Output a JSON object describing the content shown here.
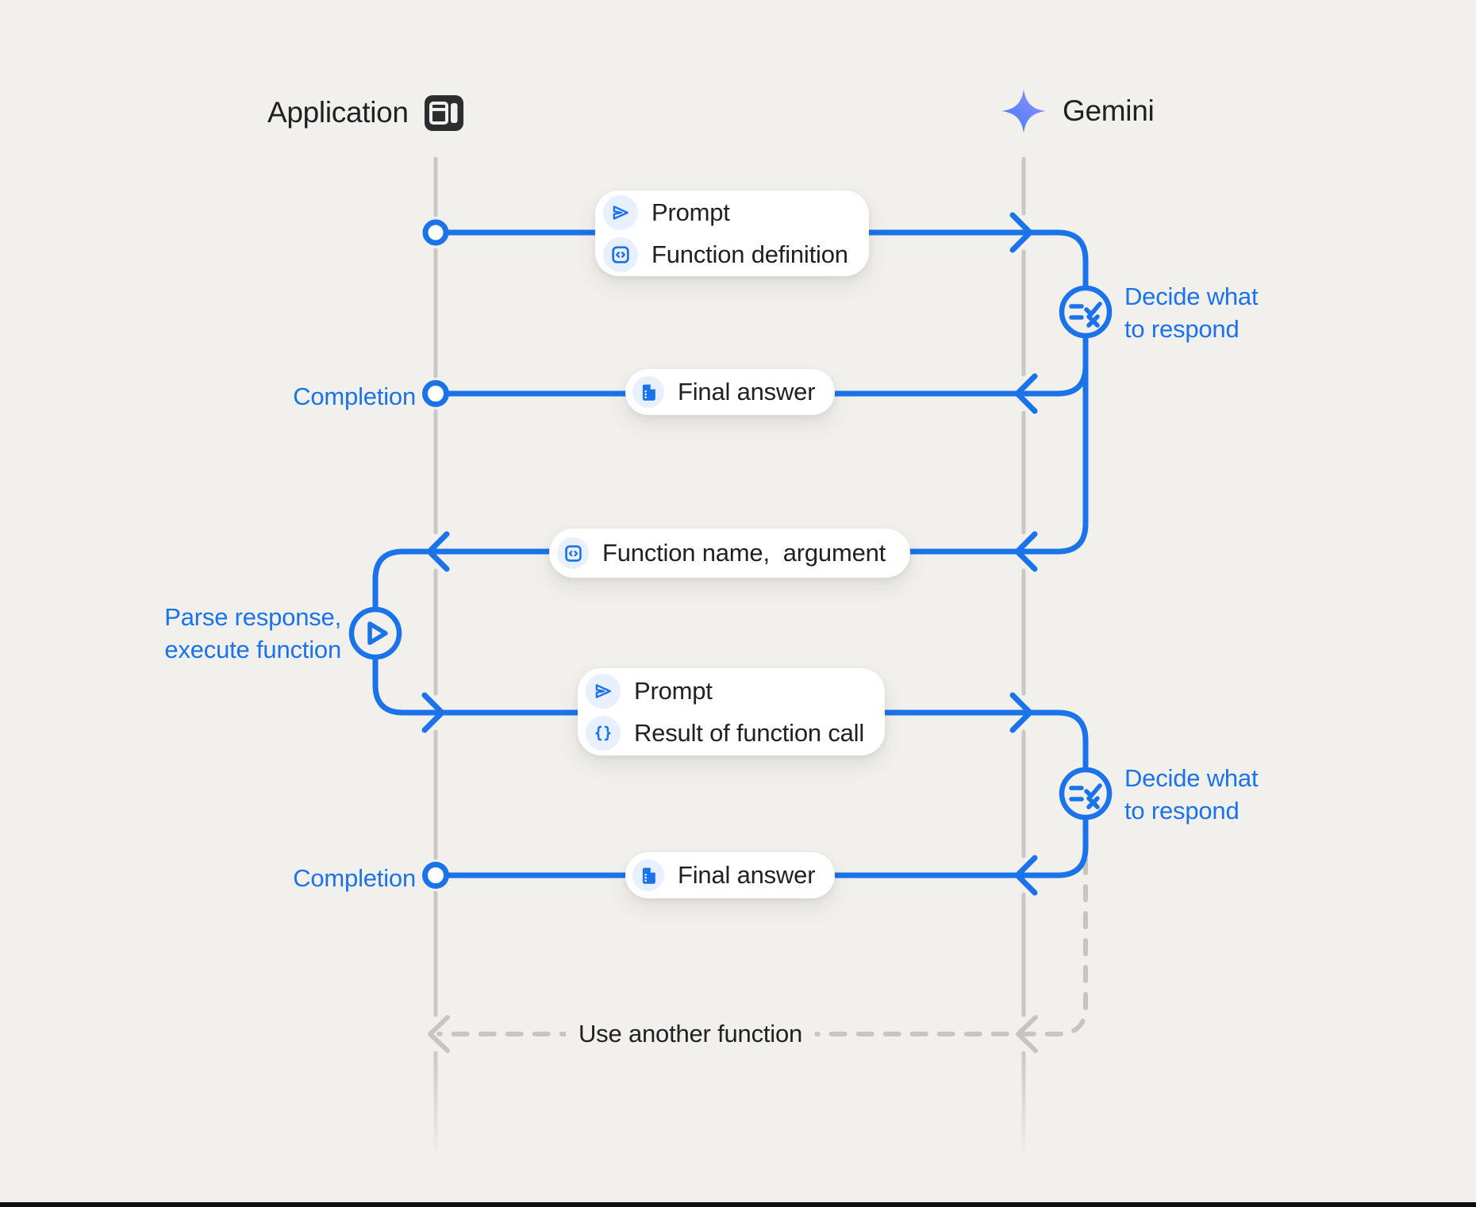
{
  "colors": {
    "background": "#f2f0ec",
    "accent_blue": "#1a73e8",
    "icon_chip_blue": "#e8f0fe",
    "lifeline_gray": "#c9c8c5",
    "dashed_gray": "#c6c5c2",
    "text_dark": "#202124",
    "app_icon_dark": "#2c2d2f",
    "gemini_gradient_start": "#3c7ef8",
    "gemini_gradient_end": "#a18dfc"
  },
  "actors": {
    "application": {
      "label": "Application",
      "icon": "app-window-icon"
    },
    "gemini": {
      "label": "Gemini",
      "icon": "gemini-sparkle-icon"
    }
  },
  "flow": {
    "request1": {
      "row1": {
        "icon": "send-icon",
        "label": "Prompt"
      },
      "row2": {
        "icon": "code-block-icon",
        "label": "Function definition"
      }
    },
    "decide1": {
      "icon": "rule-icon",
      "line1": "Decide what",
      "line2": "to respond"
    },
    "completion1": {
      "label": "Completion"
    },
    "final_answer1": {
      "icon": "document-icon",
      "label": "Final answer"
    },
    "function_call": {
      "icon": "code-block-icon",
      "label": "Function name,  argument"
    },
    "parse": {
      "icon": "play-icon",
      "line1": "Parse response,",
      "line2": "execute function"
    },
    "request2": {
      "row1": {
        "icon": "send-icon",
        "label": "Prompt"
      },
      "row2": {
        "icon": "braces-icon",
        "label": "Result of function call"
      }
    },
    "decide2": {
      "icon": "rule-icon",
      "line1": "Decide what",
      "line2": "to respond"
    },
    "completion2": {
      "label": "Completion"
    },
    "final_answer2": {
      "icon": "document-icon",
      "label": "Final answer"
    },
    "loop": {
      "label": "Use another function"
    }
  }
}
